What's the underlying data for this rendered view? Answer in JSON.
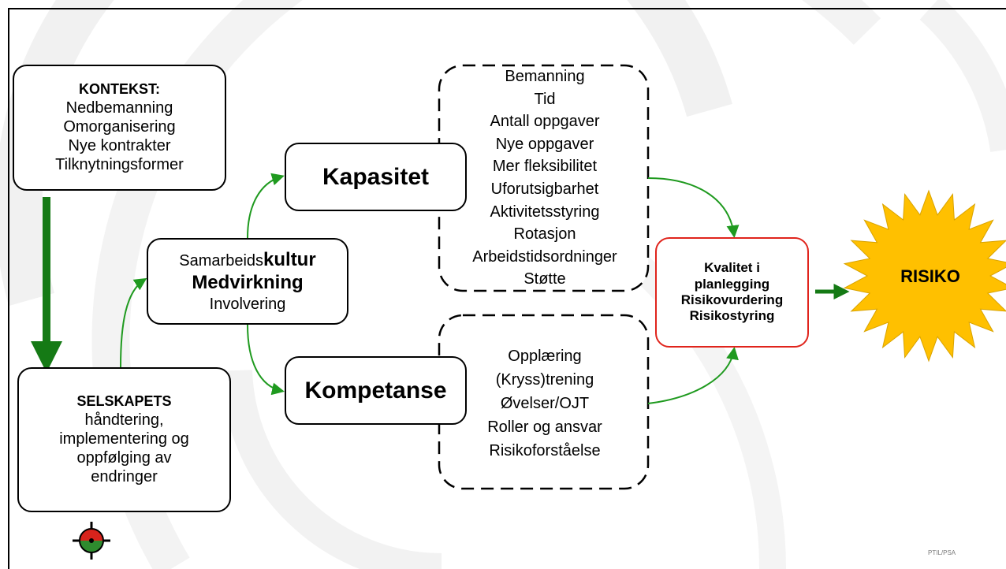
{
  "kontekst": {
    "heading": "KONTEKST:",
    "items": [
      "Nedbemanning",
      "Omorganisering",
      "Nye kontrakter",
      "Tilknytningsformer"
    ]
  },
  "selskapets": {
    "heading": "SELSKAPETS",
    "lines": [
      "håndtering,",
      "implementering og",
      "oppfølging av",
      "endringer"
    ]
  },
  "kultur": {
    "prefix": "Samarbeids",
    "emphasis": "kultur",
    "main": "Medvirkning",
    "sub": "Involvering"
  },
  "kapasitet": {
    "title": "Kapasitet",
    "factors": [
      "Bemanning",
      "Tid",
      "Antall oppgaver",
      "Nye oppgaver",
      "Mer fleksibilitet",
      "Uforutsigbarhet",
      "Aktivitetsstyring",
      "Rotasjon",
      "Arbeidstidsordninger",
      "Støtte"
    ]
  },
  "kompetanse": {
    "title": "Kompetanse",
    "factors": [
      "Opplæring",
      "(Kryss)trening",
      "Øvelser/OJT",
      "Roller og ansvar",
      "Risikoforståelse"
    ]
  },
  "kvalitet": {
    "lines": [
      "Kvalitet i",
      "planlegging",
      "Risikovurdering",
      "Risikostyring"
    ],
    "border_color": "#e0241c"
  },
  "risiko": {
    "label": "RISIKO",
    "sun_color": "#ffc000"
  },
  "arrow_colors": {
    "green": "#1f9a1f",
    "dark_green": "#157a15"
  },
  "footer": {
    "source": "PTIL/PSA",
    "logo_icon": "crosshair-logo-icon"
  }
}
